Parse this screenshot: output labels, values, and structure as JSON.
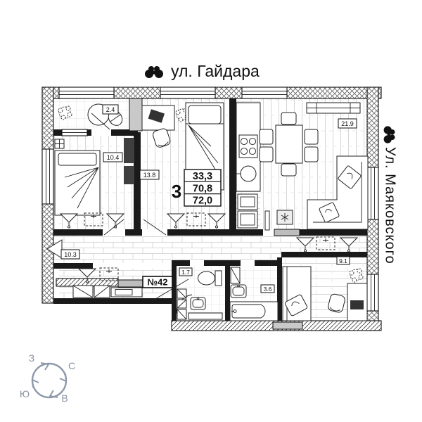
{
  "streets": {
    "top_label": "ул. Гайдара",
    "right_label": "Ул. Маяковского"
  },
  "apartment": {
    "number": "№42",
    "rooms": "3",
    "areas": {
      "living": "33,3",
      "apartment": "70,8",
      "total": "72,0"
    }
  },
  "room_labels": {
    "balcony": "2.4",
    "bedroom_left": "10.4",
    "bedroom_top": "13.8",
    "kitchen_living": "21.9",
    "hallway": "10.3",
    "wc": "1.7",
    "bathroom": "3.6",
    "bedroom_bottom": "9.1"
  },
  "compass": {
    "west": "З",
    "north": "С",
    "south": "Ю",
    "east": "В"
  },
  "icons": {
    "top_street": "binoculars-icon",
    "right_street": "binoculars-icon"
  },
  "colors": {
    "walls": "#1a1a1a",
    "compass": "#8d99ab",
    "shaft_fill": "#c9c9c9",
    "window_gray": "#c9c9c9"
  }
}
